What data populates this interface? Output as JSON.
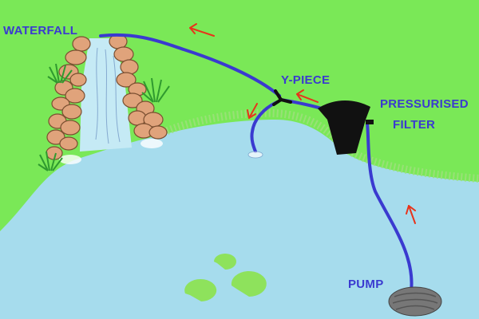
{
  "labels": {
    "waterfall": "WATERFALL",
    "y_piece": "Y-PIECE",
    "filter_line1": "PRESSURISED",
    "filter_line2": "FILTER",
    "pump": "PUMP"
  },
  "colors": {
    "grass": "#7ae857",
    "grass_edge": "#9be07a",
    "pond": "#a6dced",
    "hose": "#3a3ad0",
    "arrow": "#e8331a",
    "rock": "#e0a37b",
    "rock_outline": "#7a4e30",
    "waterfall": "#c5eaf5",
    "filter": "#111111",
    "pump": "#777777",
    "lily_pad": "#8ee25c",
    "plant": "#2f9a2f",
    "label_text": "#3a3ad0"
  }
}
